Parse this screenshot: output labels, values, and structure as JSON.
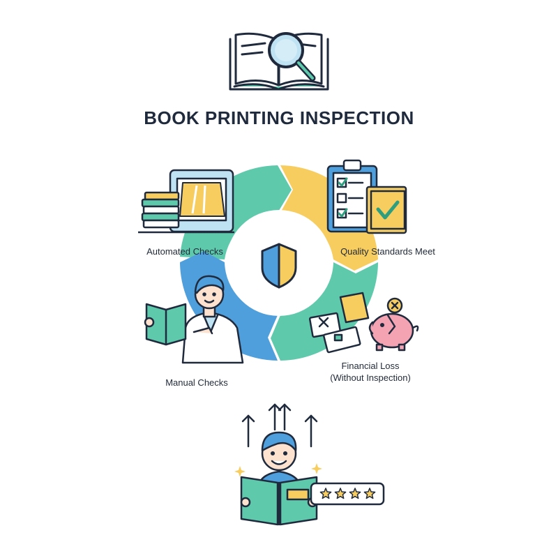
{
  "title": "BOOK PRINTING INSPECTION",
  "steps": {
    "automated": "Automated Checks",
    "quality": "Quality Standards Meet",
    "manual": "Manual Checks",
    "financial_line1": "Financial Loss",
    "financial_line2": "(Without Inspection)"
  },
  "rating": {
    "stars": 4,
    "max": 4
  },
  "colors": {
    "teal": "#5fc9ac",
    "yellow": "#f7cd60",
    "blue": "#4f9fdc",
    "outline": "#1f2a3d",
    "pink": "#f4a3b3",
    "book_green": "#5ec7a8"
  },
  "icons": [
    "book-magnifier-icon",
    "shield-icon",
    "scanner-icon",
    "clipboard-checklist-icon",
    "inspector-person-icon",
    "piggy-bank-icon",
    "up-arrows-icon",
    "reader-person-icon",
    "star-rating-icon"
  ]
}
